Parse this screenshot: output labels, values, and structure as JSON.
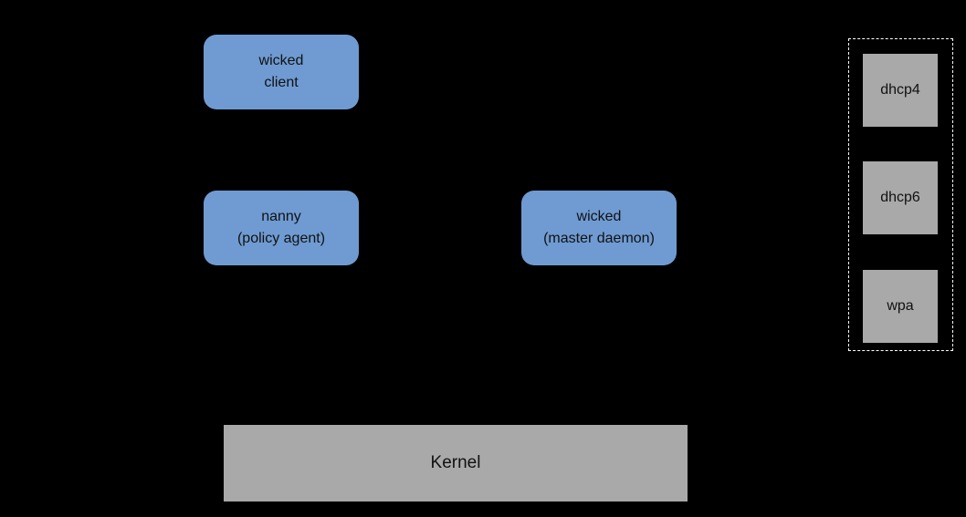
{
  "colors": {
    "background": "#000000",
    "node_blue": "#6f9bd2",
    "node_gray": "#a9a9a9",
    "text": "#111111",
    "dashed_border": "#ffffff"
  },
  "nodes": {
    "wicked_client": {
      "line1": "wicked",
      "line2": "client"
    },
    "nanny": {
      "line1": "nanny",
      "line2": "(policy agent)"
    },
    "wicked_master": {
      "line1": "wicked",
      "line2": "(master daemon)"
    },
    "kernel": {
      "label": "Kernel"
    },
    "supplicants": [
      {
        "label": "dhcp4"
      },
      {
        "label": "dhcp6"
      },
      {
        "label": "wpa"
      }
    ]
  }
}
